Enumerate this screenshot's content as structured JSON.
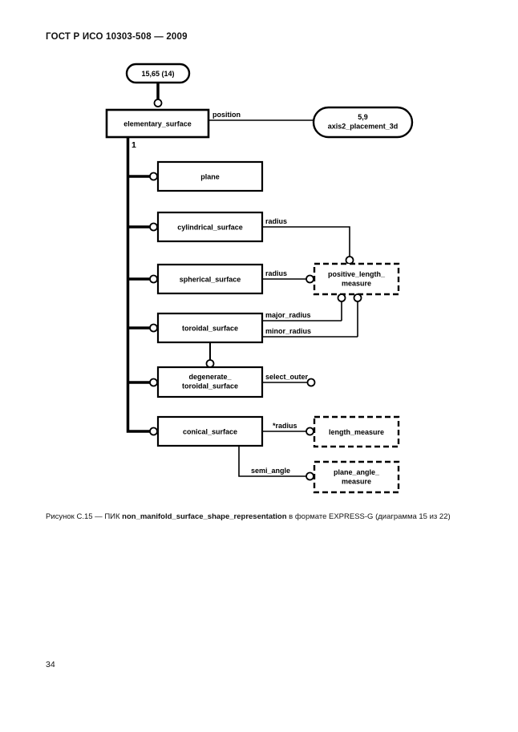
{
  "page": {
    "header": "ГОСТ Р ИСО 10303-508 — 2009",
    "page_number": "34",
    "caption": {
      "prefix": "Рисунок С.15 — ПИК ",
      "bold": "non_manifold_surface_shape_representation",
      "suffix": " в формате EXPRESS-G (диаграмма 15 из 22)"
    }
  },
  "diagram": {
    "notation": "EXPRESS-G",
    "page_ref_top": "15,65 (14)",
    "root_entity": "elementary_surface",
    "supertype_cardinality": "1",
    "axis2_ref_line1": "5,9",
    "axis2_ref_line2": "axis2_placement_3d",
    "entities": {
      "plane": "plane",
      "cylindrical": "cylindrical_surface",
      "spherical": "spherical_surface",
      "toroidal": "toroidal_surface",
      "degenerate_line1": "degenerate_",
      "degenerate_line2": "toroidal_surface",
      "conical": "conical_surface"
    },
    "types": {
      "positive_length_measure_line1": "positive_length_",
      "positive_length_measure_line2": "measure",
      "length_measure": "length_measure",
      "plane_angle_measure_line1": "plane_angle_",
      "plane_angle_measure_line2": "measure"
    },
    "attributes": {
      "position": "position",
      "radius_cylindrical": "radius",
      "radius_spherical": "radius",
      "major_radius": "major_radius",
      "minor_radius": "minor_radius",
      "select_outer": "select_outer",
      "star_radius": "*radius",
      "semi_angle": "semi_angle"
    }
  }
}
